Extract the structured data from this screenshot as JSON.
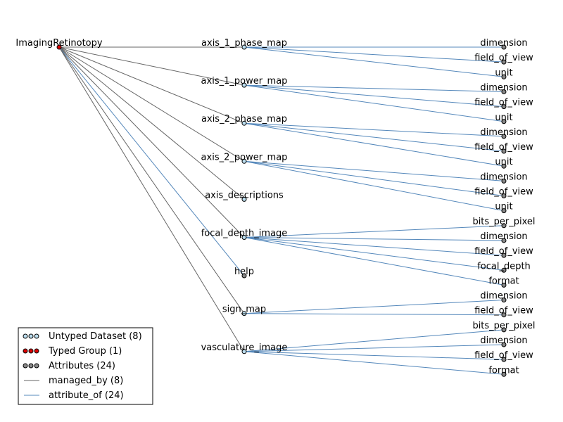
{
  "colors": {
    "managed_by": "#666666",
    "attribute_of": "#5588bb",
    "untyped_dataset": "#bbddee",
    "typed_group": "#dd0000",
    "attribute": "#888888"
  },
  "root": "ImagingRetinotopy",
  "datasets": [
    {
      "name": "axis_1_phase_map",
      "attributes": [
        "dimension",
        "field_of_view",
        "unit"
      ]
    },
    {
      "name": "axis_1_power_map",
      "attributes": [
        "dimension",
        "field_of_view",
        "unit"
      ]
    },
    {
      "name": "axis_2_phase_map",
      "attributes": [
        "dimension",
        "field_of_view",
        "unit"
      ]
    },
    {
      "name": "axis_2_power_map",
      "attributes": [
        "dimension",
        "field_of_view",
        "unit"
      ]
    },
    {
      "name": "axis_descriptions",
      "attributes": []
    },
    {
      "name": "focal_depth_image",
      "attributes": [
        "bits_per_pixel",
        "dimension",
        "field_of_view",
        "focal_depth",
        "format"
      ]
    },
    {
      "name": "help",
      "attributes": []
    },
    {
      "name": "sign_map",
      "attributes": [
        "dimension",
        "field_of_view"
      ]
    },
    {
      "name": "vasculature_image",
      "attributes": [
        "bits_per_pixel",
        "dimension",
        "field_of_view",
        "format"
      ]
    }
  ],
  "help_attribute_of_root": true,
  "legend": [
    {
      "kind": "nodes",
      "color_key": "untyped_dataset",
      "label": "Untyped Dataset (8)"
    },
    {
      "kind": "nodes",
      "color_key": "typed_group",
      "label": "Typed Group (1)"
    },
    {
      "kind": "nodes",
      "color_key": "attribute",
      "label": "Attributes (24)"
    },
    {
      "kind": "line",
      "color_key": "managed_by",
      "label": "managed_by (8)"
    },
    {
      "kind": "line",
      "color_key": "attribute_of",
      "label": "attribute_of (24)"
    }
  ]
}
